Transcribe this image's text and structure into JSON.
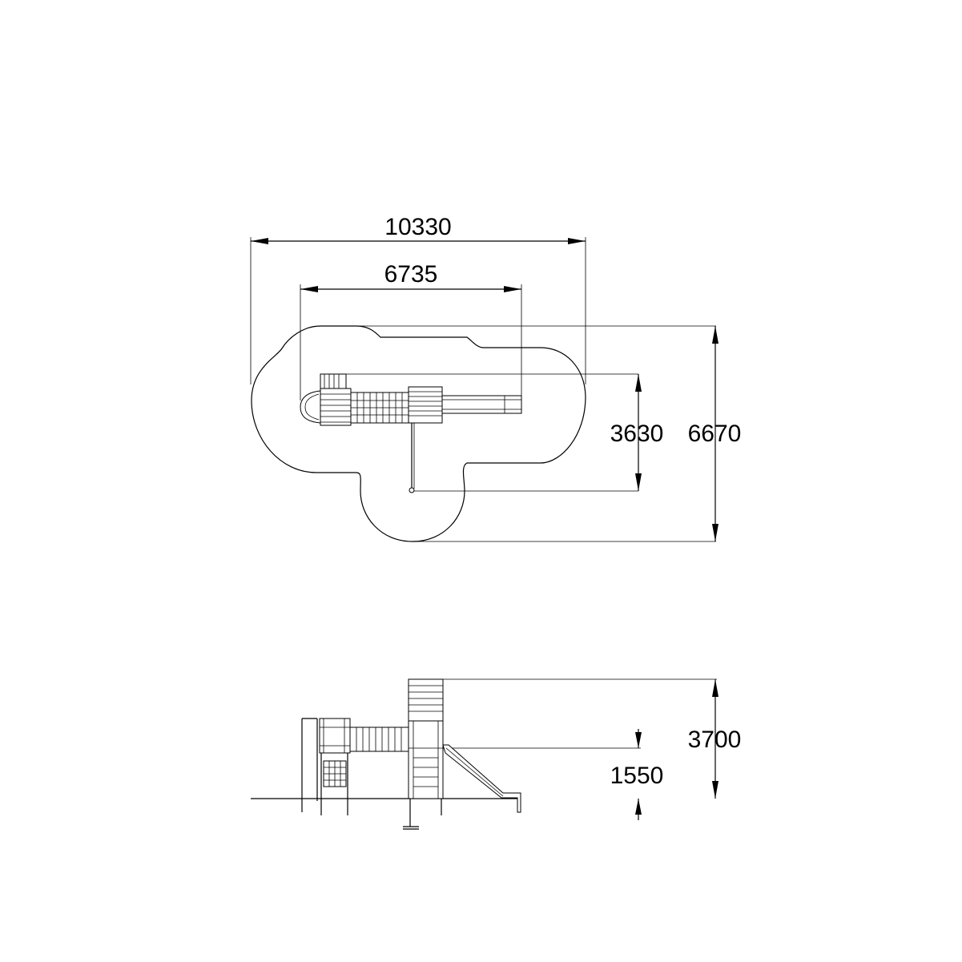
{
  "plan_view": {
    "dimensions": {
      "overall_width": "10330",
      "equipment_width": "6735",
      "equipment_depth": "3630",
      "overall_depth": "6670"
    }
  },
  "elevation_view": {
    "dimensions": {
      "total_height": "3700",
      "platform_height": "1550"
    }
  }
}
